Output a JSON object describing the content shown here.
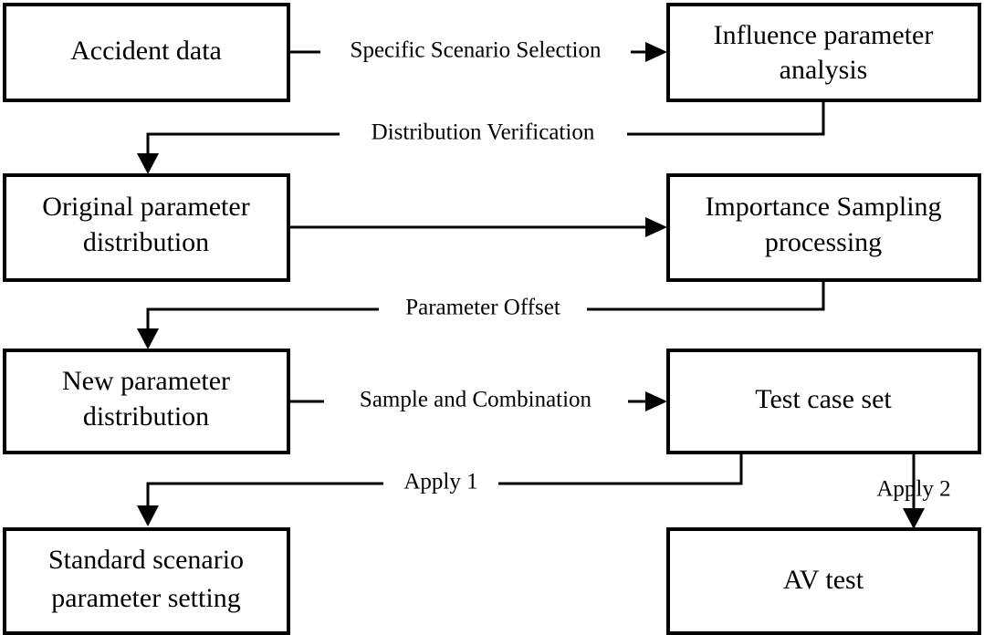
{
  "diagram": {
    "title": "Accident-data driven importance sampling test case generation flowchart",
    "background_color": "#ffffff",
    "stroke_color": "#000000",
    "nodes": [
      {
        "id": "accident-data",
        "label_line1": "Accident data",
        "label_line2": ""
      },
      {
        "id": "influence-parameter",
        "label_line1": "Influence parameter",
        "label_line2": "analysis"
      },
      {
        "id": "original-parameter",
        "label_line1": "Original parameter",
        "label_line2": "distribution"
      },
      {
        "id": "importance-sampling",
        "label_line1": "Importance Sampling",
        "label_line2": "processing"
      },
      {
        "id": "new-parameter",
        "label_line1": "New parameter",
        "label_line2": "distribution"
      },
      {
        "id": "test-case-set",
        "label_line1": "Test case set",
        "label_line2": ""
      },
      {
        "id": "standard-scenario",
        "label_line1": "Standard scenario",
        "label_line2": "parameter setting"
      },
      {
        "id": "av-test",
        "label_line1": "AV test",
        "label_line2": ""
      }
    ],
    "edges": [
      {
        "id": "edge-specific-scenario-selection",
        "label": "Specific Scenario Selection",
        "from": "accident-data",
        "to": "influence-parameter"
      },
      {
        "id": "edge-distribution-verification",
        "label": "Distribution Verification",
        "from": "influence-parameter",
        "to": "original-parameter"
      },
      {
        "id": "edge-original-to-importance",
        "label": "",
        "from": "original-parameter",
        "to": "importance-sampling"
      },
      {
        "id": "edge-parameter-offset",
        "label": "Parameter Offset",
        "from": "importance-sampling",
        "to": "new-parameter"
      },
      {
        "id": "edge-sample-and-combination",
        "label": "Sample and Combination",
        "from": "new-parameter",
        "to": "test-case-set"
      },
      {
        "id": "edge-apply-1",
        "label": "Apply 1",
        "from": "test-case-set",
        "to": "standard-scenario"
      },
      {
        "id": "edge-apply-2",
        "label": "Apply 2",
        "from": "test-case-set",
        "to": "av-test"
      }
    ]
  }
}
